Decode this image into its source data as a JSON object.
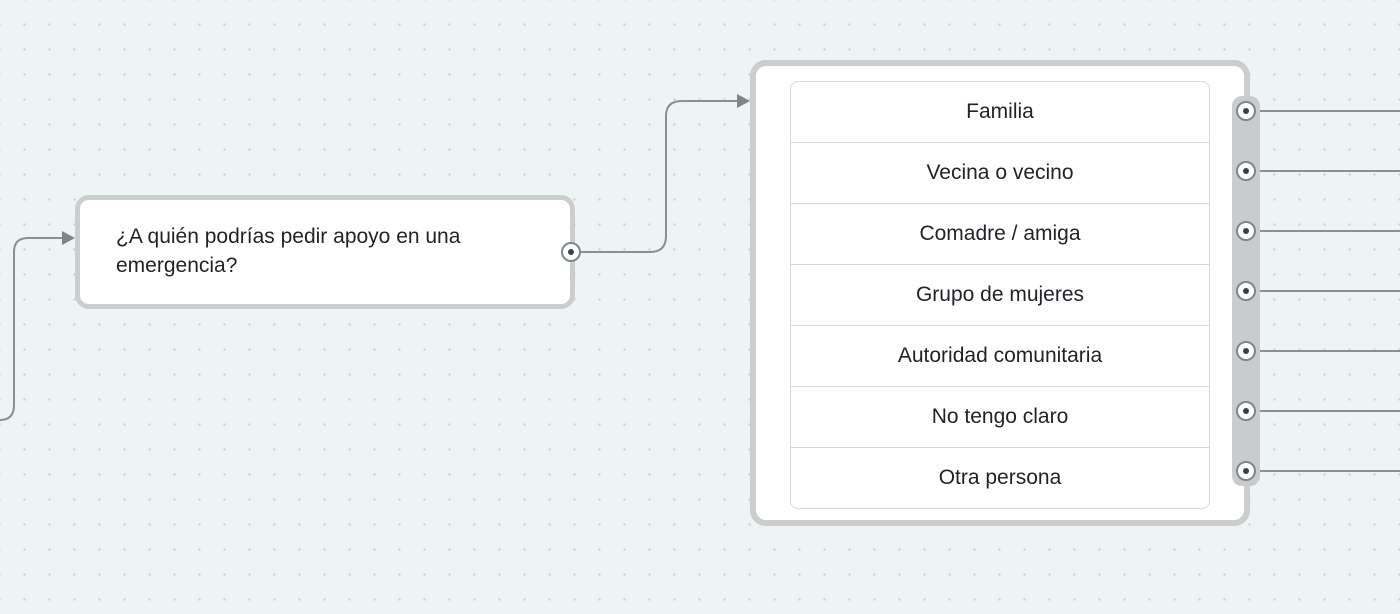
{
  "question": {
    "text": "¿A quién podrías pedir apoyo en una emergencia?"
  },
  "options": {
    "items": [
      "Familia",
      "Vecina o vecino",
      "Comadre / amiga",
      "Grupo de mujeres",
      "Autoridad comunitaria",
      "No tengo claro",
      "Otra persona"
    ]
  },
  "colors": {
    "canvas_background": "#eef3f3",
    "node_border": "#cbcdce",
    "edge": "#8a9192"
  }
}
